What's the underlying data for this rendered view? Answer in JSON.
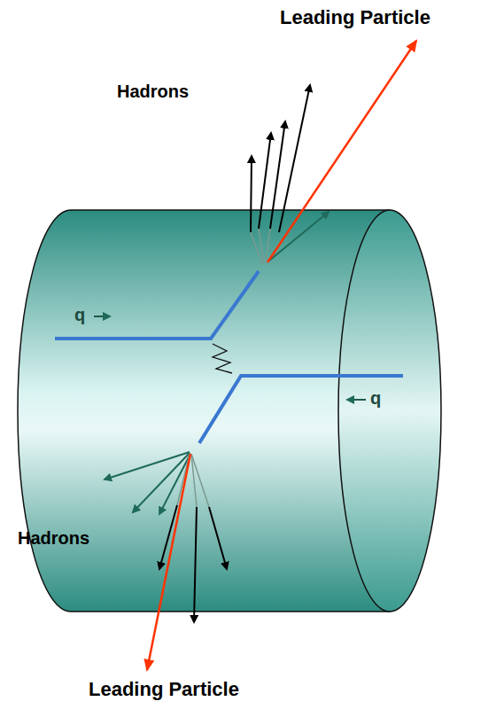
{
  "diagram": {
    "labels": [
      "Leading Particle",
      "Hadrons",
      "q",
      "q",
      "Hadrons",
      "Leading Particle"
    ]
  }
}
